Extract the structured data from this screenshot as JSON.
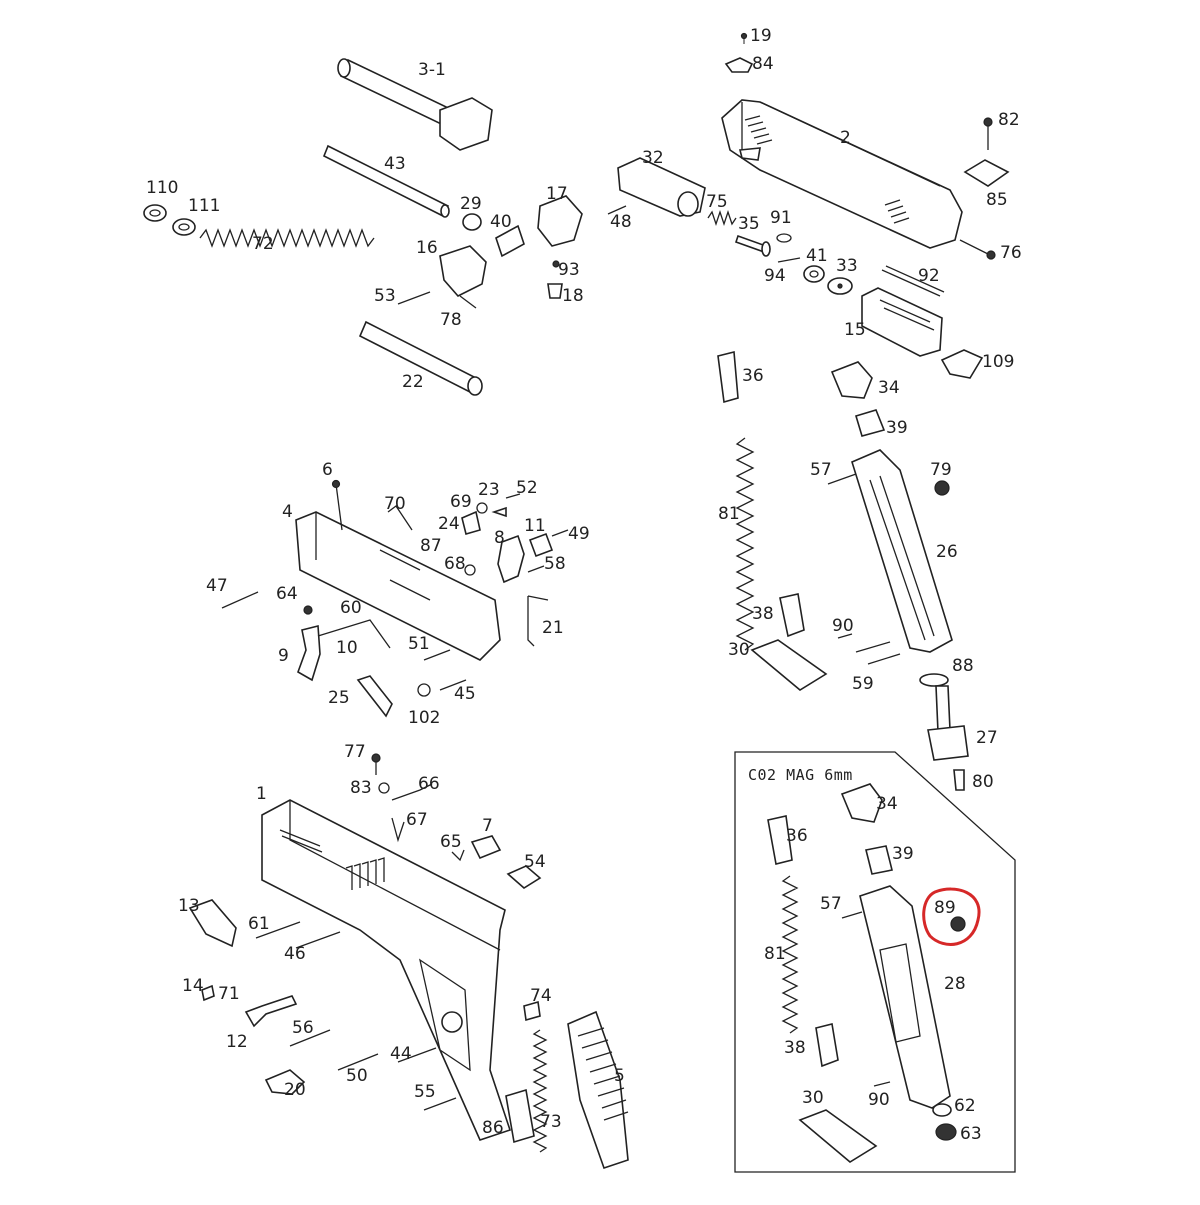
{
  "inset": {
    "title": "C02 MAG 6mm"
  },
  "highlight": {
    "part": "89",
    "color": "#d62828"
  },
  "labels": {
    "p19": "19",
    "p84": "84",
    "p2": "2",
    "p82": "82",
    "p85": "85",
    "p76": "76",
    "p32": "32",
    "p48": "48",
    "p75": "75",
    "p35": "35",
    "p91": "91",
    "p94": "94",
    "p41": "41",
    "p33": "33",
    "p92": "92",
    "p15": "15",
    "p109": "109",
    "p3_1": "3-1",
    "p43": "43",
    "p110": "110",
    "p111": "111",
    "p72": "72",
    "p29": "29",
    "p40": "40",
    "p17": "17",
    "p16": "16",
    "p93": "93",
    "p53": "53",
    "p78": "78",
    "p18": "18",
    "p22": "22",
    "p36": "36",
    "p34": "34",
    "p39": "39",
    "p57": "57",
    "p79": "79",
    "p81": "81",
    "p26": "26",
    "p38": "38",
    "p90": "90",
    "p30": "30",
    "p59": "59",
    "p88": "88",
    "p27": "27",
    "p80": "80",
    "p6": "6",
    "p70": "70",
    "p69": "69",
    "p23": "23",
    "p52": "52",
    "p4": "4",
    "p24": "24",
    "p87": "87",
    "p11": "11",
    "p49": "49",
    "p8": "8",
    "p68": "68",
    "p58": "58",
    "p47": "47",
    "p64": "64",
    "p60": "60",
    "p21": "21",
    "p9": "9",
    "p10": "10",
    "p51": "51",
    "p25": "25",
    "p102": "102",
    "p45": "45",
    "p77": "77",
    "p83": "83",
    "p66": "66",
    "p1": "1",
    "p67": "67",
    "p65": "65",
    "p7": "7",
    "p54": "54",
    "p13": "13",
    "p61": "61",
    "p46": "46",
    "p14": "14",
    "p71": "71",
    "p74": "74",
    "p12": "12",
    "p56": "56",
    "p44": "44",
    "p5": "5",
    "p50": "50",
    "p20": "20",
    "p55": "55",
    "p86": "86",
    "p73": "73",
    "i34": "34",
    "i36": "36",
    "i39": "39",
    "i57": "57",
    "i89": "89",
    "i81": "81",
    "i28": "28",
    "i38": "38",
    "i30": "30",
    "i90": "90",
    "i62": "62",
    "i63": "63"
  }
}
